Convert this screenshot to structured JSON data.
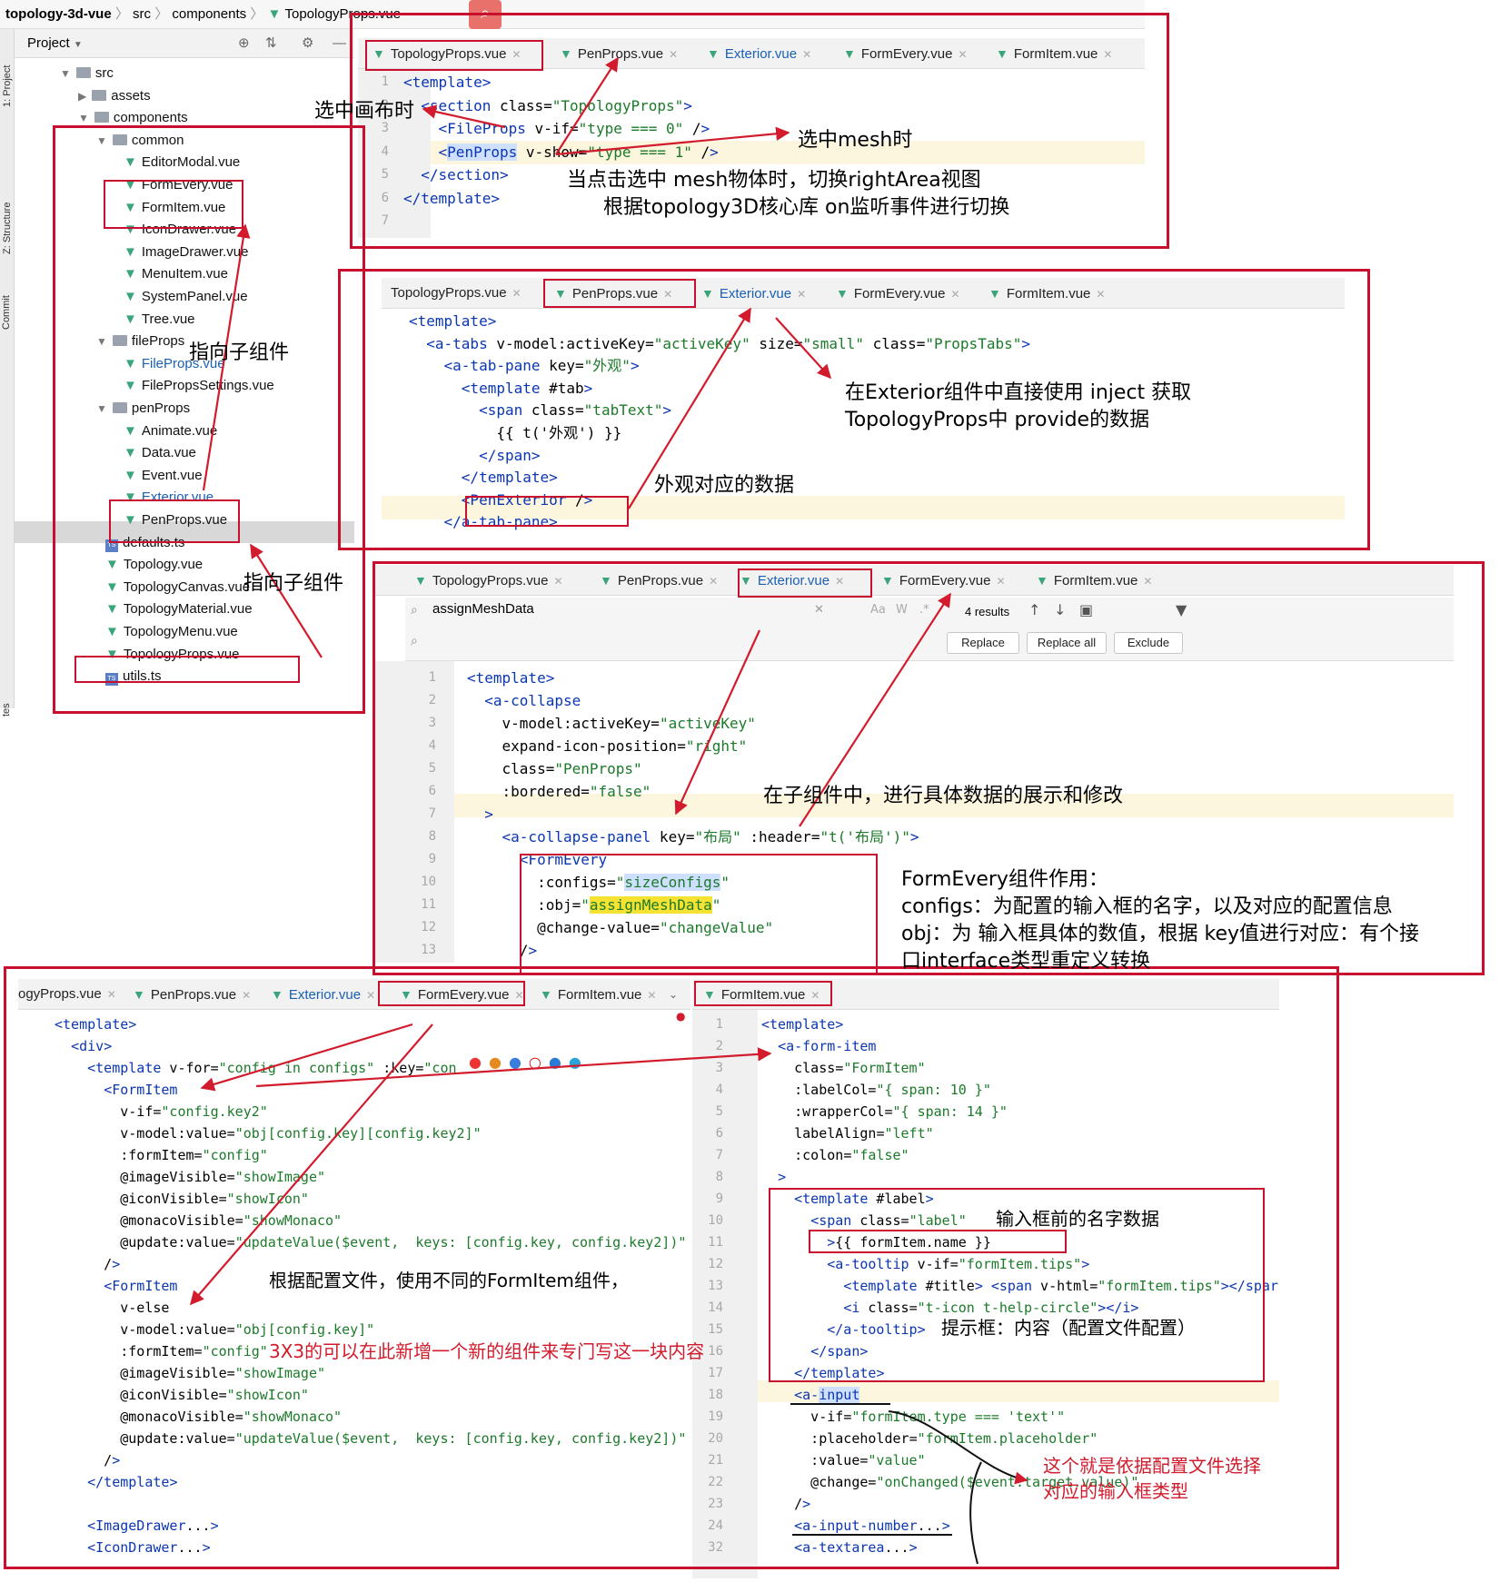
{
  "breadcrumb": {
    "project": "topology-3d-vue",
    "src": "src",
    "components": "components",
    "file": "TopologyProps.vue"
  },
  "sidebar": {
    "side_tabs": [
      "1: Project",
      "Z: Structure",
      "Commit",
      "tes"
    ],
    "project_label": "Project",
    "items": [
      {
        "label": "src"
      },
      {
        "label": "assets"
      },
      {
        "label": "components"
      },
      {
        "label": "common"
      },
      {
        "label": "EditorModal.vue"
      },
      {
        "label": "FormEvery.vue"
      },
      {
        "label": "FormItem.vue"
      },
      {
        "label": "IconDrawer.vue"
      },
      {
        "label": "ImageDrawer.vue"
      },
      {
        "label": "MenuItem.vue"
      },
      {
        "label": "SystemPanel.vue"
      },
      {
        "label": "Tree.vue"
      },
      {
        "label": "fileProps"
      },
      {
        "label": "FileProps.vue"
      },
      {
        "label": "FilePropsSettings.vue"
      },
      {
        "label": "penProps"
      },
      {
        "label": "Animate.vue"
      },
      {
        "label": "Data.vue"
      },
      {
        "label": "Event.vue"
      },
      {
        "label": "Exterior.vue"
      },
      {
        "label": "PenProps.vue"
      },
      {
        "label": "defaults.ts"
      },
      {
        "label": "Topology.vue"
      },
      {
        "label": "TopologyCanvas.vue"
      },
      {
        "label": "TopologyMaterial.vue"
      },
      {
        "label": "TopologyMenu.vue"
      },
      {
        "label": "TopologyProps.vue"
      },
      {
        "label": "utils.ts"
      }
    ]
  },
  "tabs": {
    "topologyprops": "TopologyProps.vue",
    "topologyprops_cut": "ogyProps.vue",
    "penprops": "PenProps.vue",
    "exterior": "Exterior.vue",
    "formevery": "FormEvery.vue",
    "formitem": "FormItem.vue"
  },
  "panel1": {
    "lines": [
      "<template>",
      "  <section class=\"TopologyProps\">",
      "    <FileProps v-if=\"type === 0\" />",
      "    <PenProps v-show=\"type === 1\" />",
      "  </section>",
      "</template>",
      ""
    ]
  },
  "panel2": {
    "lines": [
      "<template>",
      "  <a-tabs v-model:activeKey=\"activeKey\" size=\"small\" class=\"PropsTabs\">",
      "    <a-tab-pane key=\"外观\">",
      "      <template #tab>",
      "        <span class=\"tabText\">",
      "          {{ t('外观') }}",
      "        </span>",
      "      </template>",
      "      <PenExterior />",
      "    </a-tab-pane>"
    ]
  },
  "panel3": {
    "search_value": "assignMeshData",
    "results": "4 results",
    "replace": "Replace",
    "replace_all": "Replace all",
    "exclude": "Exclude",
    "lines": [
      "<template>",
      "  <a-collapse",
      "    v-model:activeKey=\"activeKey\"",
      "    expand-icon-position=\"right\"",
      "    class=\"PenProps\"",
      "    :bordered=\"false\"",
      "  >",
      "    <a-collapse-panel key=\"布局\" :header=\"t('布局')\">",
      "      <FormEvery",
      "        :configs=\"sizeConfigs\"",
      "        :obj=\"assignMeshData\"",
      "        @change-value=\"changeValue\"",
      "      />"
    ]
  },
  "panel4_left": {
    "lines": [
      "<template>",
      "  <div>",
      "    <template v-for=\"config in configs\" :key=\"con",
      "      <FormItem",
      "        v-if=\"config.key2\"",
      "        v-model:value=\"obj[config.key][config.key2]\"",
      "        :formItem=\"config\"",
      "        @imageVisible=\"showImage\"",
      "        @iconVisible=\"showIcon\"",
      "        @monacoVisible=\"showMonaco\"",
      "        @update:value=\"updateValue($event,  keys: [config.key, config.key2])\"",
      "      />",
      "      <FormItem",
      "        v-else",
      "        v-model:value=\"obj[config.key]\"",
      "        :formItem=\"config\"",
      "        @imageVisible=\"showImage\"",
      "        @iconVisible=\"showIcon\"",
      "        @monacoVisible=\"showMonaco\"",
      "        @update:value=\"updateValue($event,  keys: [config.key, config.key2])\"",
      "      />",
      "    </template>",
      "",
      "    <ImageDrawer...>",
      "    <IconDrawer...>"
    ]
  },
  "panel4_right": {
    "line_numbers": [
      "1",
      "2",
      "3",
      "4",
      "5",
      "6",
      "7",
      "8",
      "9",
      "10",
      "11",
      "12",
      "13",
      "14",
      "15",
      "16",
      "17",
      "18",
      "19",
      "20",
      "21",
      "22",
      "23",
      "24",
      "32"
    ],
    "lines": [
      "<template>",
      "  <a-form-item",
      "    class=\"FormItem\"",
      "    :labelCol=\"{ span: 10 }\"",
      "    :wrapperCol=\"{ span: 14 }\"",
      "    labelAlign=\"left\"",
      "    :colon=\"false\"",
      "  >",
      "    <template #label>",
      "      <span class=\"label\"",
      "        >{{ formItem.name }}",
      "        <a-tooltip v-if=\"formItem.tips\">",
      "          <template #title> <span v-html=\"formItem.tips\"></spar",
      "          <i class=\"t-icon t-help-circle\"></i>",
      "        </a-tooltip>",
      "      </span>",
      "    </template>",
      "    <a-input",
      "      v-if=\"formItem.type === 'text'\"",
      "      :placeholder=\"formItem.placeholder\"",
      "      :value=\"value\"",
      "      @change=\"onChanged($event.target.value)\"",
      "    />",
      "    <a-input-number...>",
      "    <a-textarea...>"
    ]
  },
  "annotations": {
    "a1": "选中画布时",
    "a2": "选中mesh时",
    "a3": "当点击选中 mesh物体时，切换rightArea视图",
    "a4": "根据topology3D核心库 on监听事件进行切换",
    "a5": "指向子组件",
    "a6": "在Exterior组件中直接使用 inject 获取",
    "a7": "TopologyProps中 provide的数据",
    "a8": "外观对应的数据",
    "a9": "指向子组件",
    "a10": "在子组件中，进行具体数据的展示和修改",
    "a11": "FormEvery组件作用：",
    "a12": "configs：为配置的输入框的名字，以及对应的配置信息",
    "a13": "obj：为 输入框具体的数值，根据 key值进行对应：有个接",
    "a14": "口interface类型重定义转换",
    "a15": "根据配置文件，使用不同的FormItem组件，",
    "a16": "3X3的可以在此新增一个新的组件来专门写这一块内容",
    "a17": "输入框前的名字数据",
    "a18": "提示框：内容（配置文件配置）",
    "a19": "这个就是依据配置文件选择",
    "a20": "对应的输入框类型"
  },
  "colors": {
    "annotation_red": "#c8102e",
    "tag_blue": "#0b36b2",
    "string_green": "#1c7a2a",
    "vue_green": "#3aa57a"
  }
}
